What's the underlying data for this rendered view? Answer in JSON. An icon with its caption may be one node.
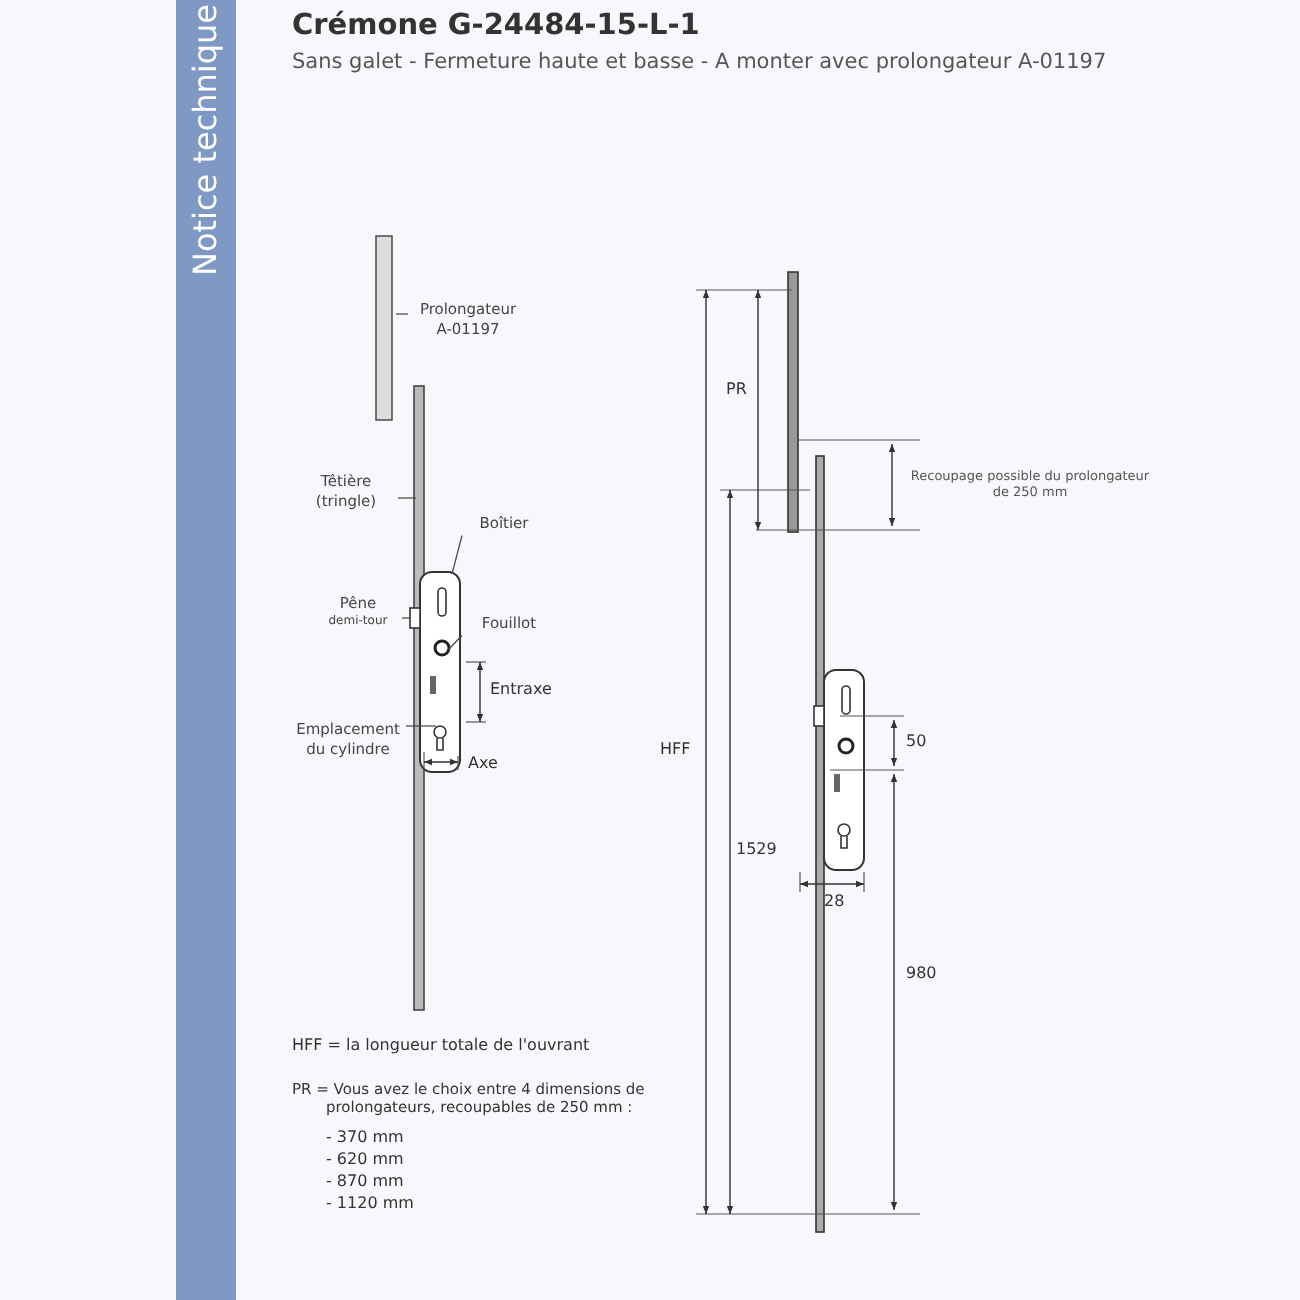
{
  "diagram": {
    "title": "Crémone G-24484-15-L-1",
    "nodes": [
      {
        "text": [
          "Prolongateur A-01197"
        ]
      },
      {
        "text": [
          "Têtière (tringle)"
        ]
      },
      {
        "text": [
          "Boîtier"
        ]
      },
      {
        "text": [
          "Pêne",
          "demi-tour"
        ]
      },
      {
        "text": [
          "Fouillot"
        ]
      },
      {
        "text": [
          "Emplacement du cylindre"
        ]
      }
    ],
    "edges": [
      {
        "from": 0,
        "to": null,
        "arrow": "none"
      },
      {
        "from": 1,
        "to": null,
        "arrow": "none"
      },
      {
        "from": 2,
        "to": null,
        "arrow": "none"
      },
      {
        "from": 3,
        "to": null,
        "arrow": "none"
      },
      {
        "from": 4,
        "to": null,
        "arrow": "none"
      },
      {
        "from": 5,
        "to": null,
        "arrow": "none"
      }
    ],
    "labels": [
      "Sans galet - Fermeture haute et basse - A monter avec prolongateur A-01197",
      "Notice technique",
      "Entraxe",
      "Axe",
      "PR",
      "Recoupage possible du prolongateur de 250 mm",
      "HFF",
      "50",
      "1529",
      "28",
      "980",
      "HFF = la longueur totale de l'ouvrant",
      "PR = Vous avez le choix entre 4 dimensions de prolongateurs, recoupables de 250 mm :",
      "- 370 mm",
      "- 620 mm",
      "- 870 mm",
      "- 1120 mm"
    ]
  }
}
